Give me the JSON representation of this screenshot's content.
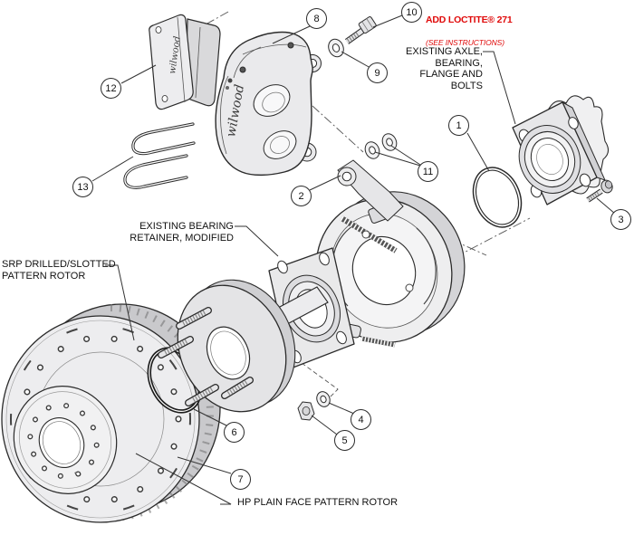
{
  "diagram": {
    "brand": "wilwood",
    "annotations": {
      "loctite_line1": "ADD LOCTITE® 271",
      "loctite_line2": "(SEE INSTRUCTIONS)",
      "existing_axle": "EXISTING AXLE,\nBEARING,\nFLANGE AND\nBOLTS",
      "bearing_retainer": "EXISTING BEARING\nRETAINER, MODIFIED",
      "srp_rotor": "SRP DRILLED/SLOTTED\nPATTERN ROTOR",
      "hp_rotor": "HP PLAIN FACE PATTERN ROTOR"
    },
    "callouts": [
      "1",
      "2",
      "3",
      "4",
      "5",
      "6",
      "7",
      "8",
      "9",
      "10",
      "11",
      "12",
      "13"
    ],
    "colors": {
      "accent_red": "#e00a0a",
      "line": "#2b2b2b"
    }
  }
}
